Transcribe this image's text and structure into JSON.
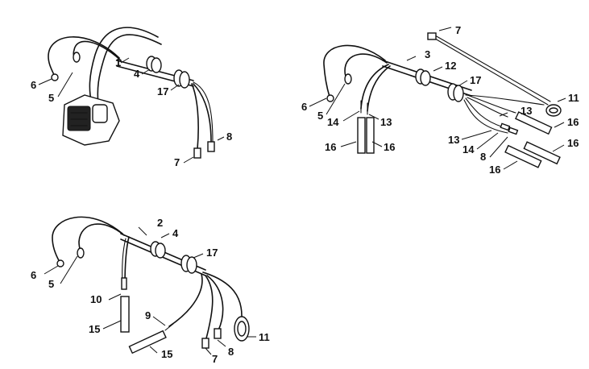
{
  "callouts": {
    "a1": "1",
    "a4": "4",
    "a6": "6",
    "a5": "5",
    "a17": "17",
    "a7": "7",
    "a8": "8",
    "b7": "7",
    "b3": "3",
    "b12": "12",
    "b17": "17",
    "b11": "11",
    "b6": "6",
    "b5": "5",
    "b14a": "14",
    "b13a": "13",
    "b13b": "13",
    "b13c": "13",
    "b14b": "14",
    "b8": "8",
    "b16a": "16",
    "b16b": "16",
    "b16c": "16",
    "b16d": "16",
    "b16e": "16",
    "c2": "2",
    "c4": "4",
    "c17": "17",
    "c6": "6",
    "c5": "5",
    "c10": "10",
    "c15a": "15",
    "c9": "9",
    "c15b": "15",
    "c11": "11",
    "c8": "8",
    "c7": "7"
  }
}
